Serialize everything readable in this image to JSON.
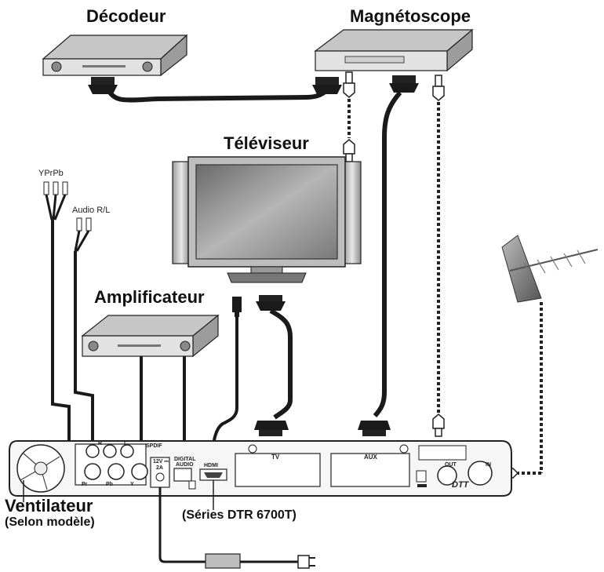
{
  "devices": {
    "decoder": "Décodeur",
    "vcr": "Magnétoscope",
    "tv": "Téléviseur",
    "amplifier": "Amplificateur"
  },
  "cables": {
    "yprpb": "YPrPb",
    "audio_rl": "Audio R/L"
  },
  "receiver": {
    "fan_title": "Ventilateur",
    "fan_note": "(Selon modèle)",
    "series_note": "(Séries DTR 6700T)",
    "spdif": "SPDIF",
    "power_v": "12V ⎓",
    "power_a": "2A",
    "digital_audio_1": "DIGITAL",
    "digital_audio_2": "AUDIO",
    "hdmi": "HDMI",
    "tv_port": "TV",
    "aux_port": "AUX",
    "out_port": "OUT",
    "in_port": "IN",
    "brand": "DTT",
    "jack_r": "R",
    "jack_l": "L",
    "jack_pr": "Pr",
    "jack_pb": "Pb",
    "jack_y": "Y"
  },
  "colors": {
    "cable": "#1a1a1a",
    "device_fill": "#d9d9d9",
    "device_top": "#c4c4c4",
    "device_front": "#e6e6e6",
    "outline": "#222222"
  }
}
